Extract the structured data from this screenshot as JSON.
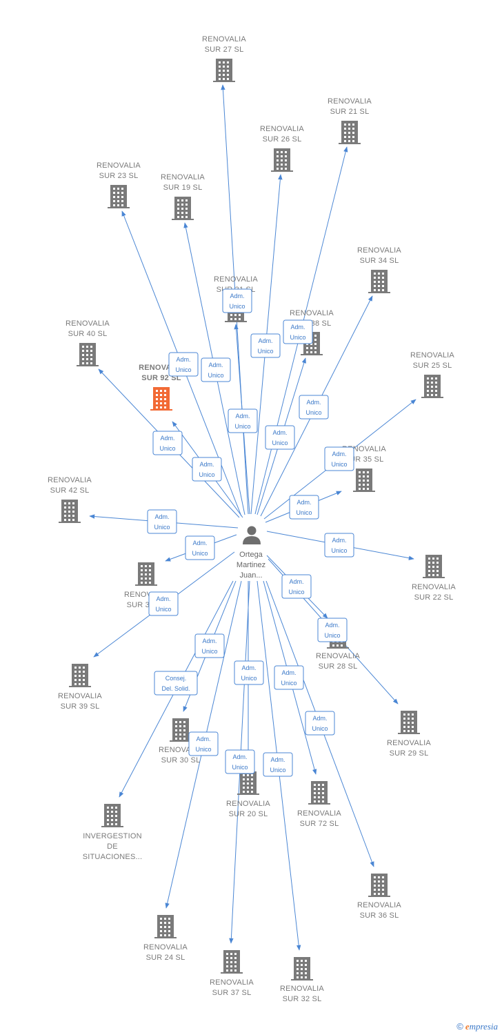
{
  "center": {
    "label_lines": [
      "Ortega",
      "Martinez",
      "Juan..."
    ],
    "icon": "person-icon"
  },
  "companies": [
    {
      "id": "sur27",
      "lines": [
        "RENOVALIA",
        "SUR 27  SL"
      ]
    },
    {
      "id": "sur21",
      "lines": [
        "RENOVALIA",
        "SUR 21  SL"
      ]
    },
    {
      "id": "sur26",
      "lines": [
        "RENOVALIA",
        "SUR 26  SL"
      ]
    },
    {
      "id": "sur23",
      "lines": [
        "RENOVALIA",
        "SUR 23  SL"
      ]
    },
    {
      "id": "sur19",
      "lines": [
        "RENOVALIA",
        "SUR 19  SL"
      ]
    },
    {
      "id": "sur34",
      "lines": [
        "RENOVALIA",
        "SUR 34  SL"
      ]
    },
    {
      "id": "sur31",
      "lines": [
        "RENOVALIA",
        "SUR 31  SL"
      ]
    },
    {
      "id": "sur38",
      "lines": [
        "RENOVALIA",
        "SUR 38  SL"
      ]
    },
    {
      "id": "sur40",
      "lines": [
        "RENOVALIA",
        "SUR 40  SL"
      ]
    },
    {
      "id": "sur92",
      "lines": [
        "RENOVALIA",
        "SUR 92  SL"
      ],
      "main": true
    },
    {
      "id": "sur25",
      "lines": [
        "RENOVALIA",
        "SUR 25  SL"
      ]
    },
    {
      "id": "sur35",
      "lines": [
        "RENOVALIA",
        "SUR 35  SL"
      ]
    },
    {
      "id": "sur42",
      "lines": [
        "RENOVALIA",
        "SUR 42  SL"
      ]
    },
    {
      "id": "sur22",
      "lines": [
        "RENOVALIA",
        "SUR 22  SL"
      ]
    },
    {
      "id": "sur33",
      "lines": [
        "RENOVALIA",
        "SUR 33  SL"
      ]
    },
    {
      "id": "sur28",
      "lines": [
        "RENOVALIA",
        "SUR 28  SL"
      ]
    },
    {
      "id": "sur39",
      "lines": [
        "RENOVALIA",
        "SUR 39  SL"
      ]
    },
    {
      "id": "sur29",
      "lines": [
        "RENOVALIA",
        "SUR 29  SL"
      ]
    },
    {
      "id": "sur30",
      "lines": [
        "RENOVALIA",
        "SUR 30  SL"
      ]
    },
    {
      "id": "sur20",
      "lines": [
        "RENOVALIA",
        "SUR 20  SL"
      ]
    },
    {
      "id": "sur72",
      "lines": [
        "RENOVALIA",
        "SUR 72  SL"
      ]
    },
    {
      "id": "inverg",
      "lines": [
        "INVERGESTION",
        "DE",
        "SITUACIONES..."
      ]
    },
    {
      "id": "sur36",
      "lines": [
        "RENOVALIA",
        "SUR 36  SL"
      ]
    },
    {
      "id": "sur24",
      "lines": [
        "RENOVALIA",
        "SUR 24  SL"
      ]
    },
    {
      "id": "sur37",
      "lines": [
        "RENOVALIA",
        "SUR 37  SL"
      ]
    },
    {
      "id": "sur32",
      "lines": [
        "RENOVALIA",
        "SUR 32  SL"
      ]
    }
  ],
  "relations": [
    {
      "to": "sur27",
      "lines": [
        "Adm.",
        "Unico"
      ]
    },
    {
      "to": "sur21",
      "lines": [
        "Adm.",
        "Unico"
      ]
    },
    {
      "to": "sur26",
      "lines": [
        "Adm.",
        "Unico"
      ]
    },
    {
      "to": "sur23",
      "lines": [
        "Adm.",
        "Unico"
      ]
    },
    {
      "to": "sur19",
      "lines": [
        "Adm.",
        "Unico"
      ]
    },
    {
      "to": "sur34",
      "lines": [
        "Adm.",
        "Unico"
      ]
    },
    {
      "to": "sur31",
      "lines": [
        "Adm.",
        "Unico"
      ]
    },
    {
      "to": "sur38",
      "lines": [
        "Adm.",
        "Unico"
      ]
    },
    {
      "to": "sur40",
      "lines": [
        "Adm.",
        "Unico"
      ]
    },
    {
      "to": "sur92",
      "lines": [
        "Adm.",
        "Unico"
      ]
    },
    {
      "to": "sur25",
      "lines": [
        "Adm.",
        "Unico"
      ]
    },
    {
      "to": "sur35",
      "lines": [
        "Adm.",
        "Unico"
      ]
    },
    {
      "to": "sur42",
      "lines": [
        "Adm.",
        "Unico"
      ]
    },
    {
      "to": "sur22",
      "lines": [
        "Adm.",
        "Unico"
      ]
    },
    {
      "to": "sur33",
      "lines": [
        "Adm.",
        "Unico"
      ]
    },
    {
      "to": "sur28",
      "lines": [
        "Adm.",
        "Unico"
      ]
    },
    {
      "to": "sur39",
      "lines": [
        "Adm.",
        "Unico"
      ]
    },
    {
      "to": "sur29",
      "lines": [
        "Adm.",
        "Unico"
      ]
    },
    {
      "to": "sur30",
      "lines": [
        "Adm.",
        "Unico"
      ]
    },
    {
      "to": "sur20",
      "lines": [
        "Adm.",
        "Unico"
      ]
    },
    {
      "to": "sur72",
      "lines": [
        "Adm.",
        "Unico"
      ]
    },
    {
      "to": "inverg",
      "lines": [
        "Consej.",
        "Del. Solid."
      ]
    },
    {
      "to": "sur36",
      "lines": [
        "Adm.",
        "Unico"
      ]
    },
    {
      "to": "sur24",
      "lines": [
        "Adm.",
        "Unico"
      ]
    },
    {
      "to": "sur37",
      "lines": [
        "Adm.",
        "Unico"
      ]
    },
    {
      "to": "sur32",
      "lines": [
        "Adm.",
        "Unico"
      ]
    }
  ],
  "colors": {
    "edge": "#4a86d4",
    "building": "#7a7a7a",
    "building_main": "#f26a35",
    "person": "#6e6e6e"
  },
  "footer": {
    "copyright": "©",
    "brand_initial": "e",
    "brand_rest": "mpresia"
  }
}
